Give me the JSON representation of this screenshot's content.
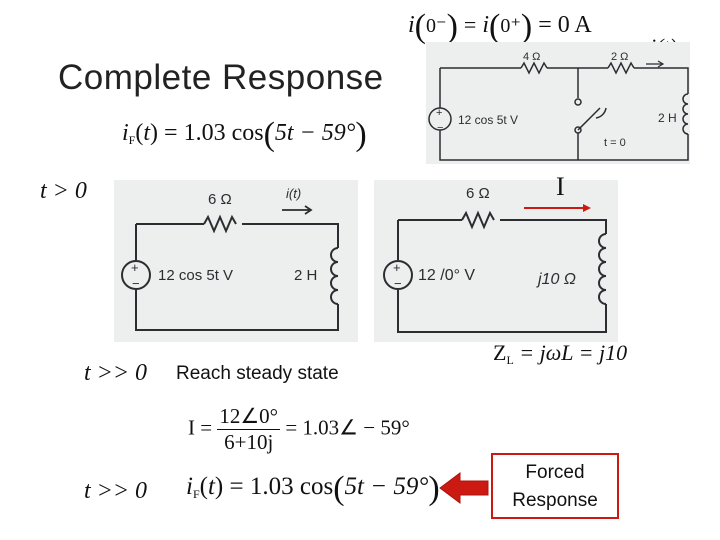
{
  "title": "Complete Response",
  "initial_condition": {
    "i_left": "i",
    "arg_left": "0⁻",
    "i_right": "i",
    "arg_right": "0⁺",
    "rhs": "= 0 A"
  },
  "top_current_label": "i(t)",
  "response_eq": {
    "lhs_var": "i",
    "lhs_sub": "F",
    "lhs_arg": "t",
    "rhs": "= 1.03 cos",
    "arg": "5t − 59°"
  },
  "condition_t_gt_0": "t > 0",
  "condition_t_gg_0_a": "t >> 0",
  "condition_t_gg_0_b": "t >> 0",
  "steady_state_text": "Reach steady state",
  "impedance_eq": {
    "lhs": "Z",
    "lhs_sub": "L",
    "rhs": "= jωL = j10"
  },
  "phasor_eq": {
    "lhs": "I =",
    "num": "12∠0°",
    "den": "6+10j",
    "rhs": "= 1.03∠ − 59°"
  },
  "phasor_label": "I",
  "forced_box": {
    "line1": "Forced",
    "line2": "Response"
  },
  "circuit_top": {
    "r1": "4 Ω",
    "r2": "2 Ω",
    "source": "12 cos 5t  V",
    "inductor": "2 H",
    "switch": "t = 0"
  },
  "circuit_mid": {
    "r": "6 Ω",
    "current": "i(t)",
    "source": "12 cos 5t  V",
    "inductor": "2 H"
  },
  "circuit_phasor": {
    "r": "6 Ω",
    "source": "12 /0° V",
    "inductor": "j10 Ω"
  },
  "colors": {
    "arrow_red": "#cc1a12",
    "photo_bg": "#ecefee",
    "wire": "#2b2d30"
  }
}
